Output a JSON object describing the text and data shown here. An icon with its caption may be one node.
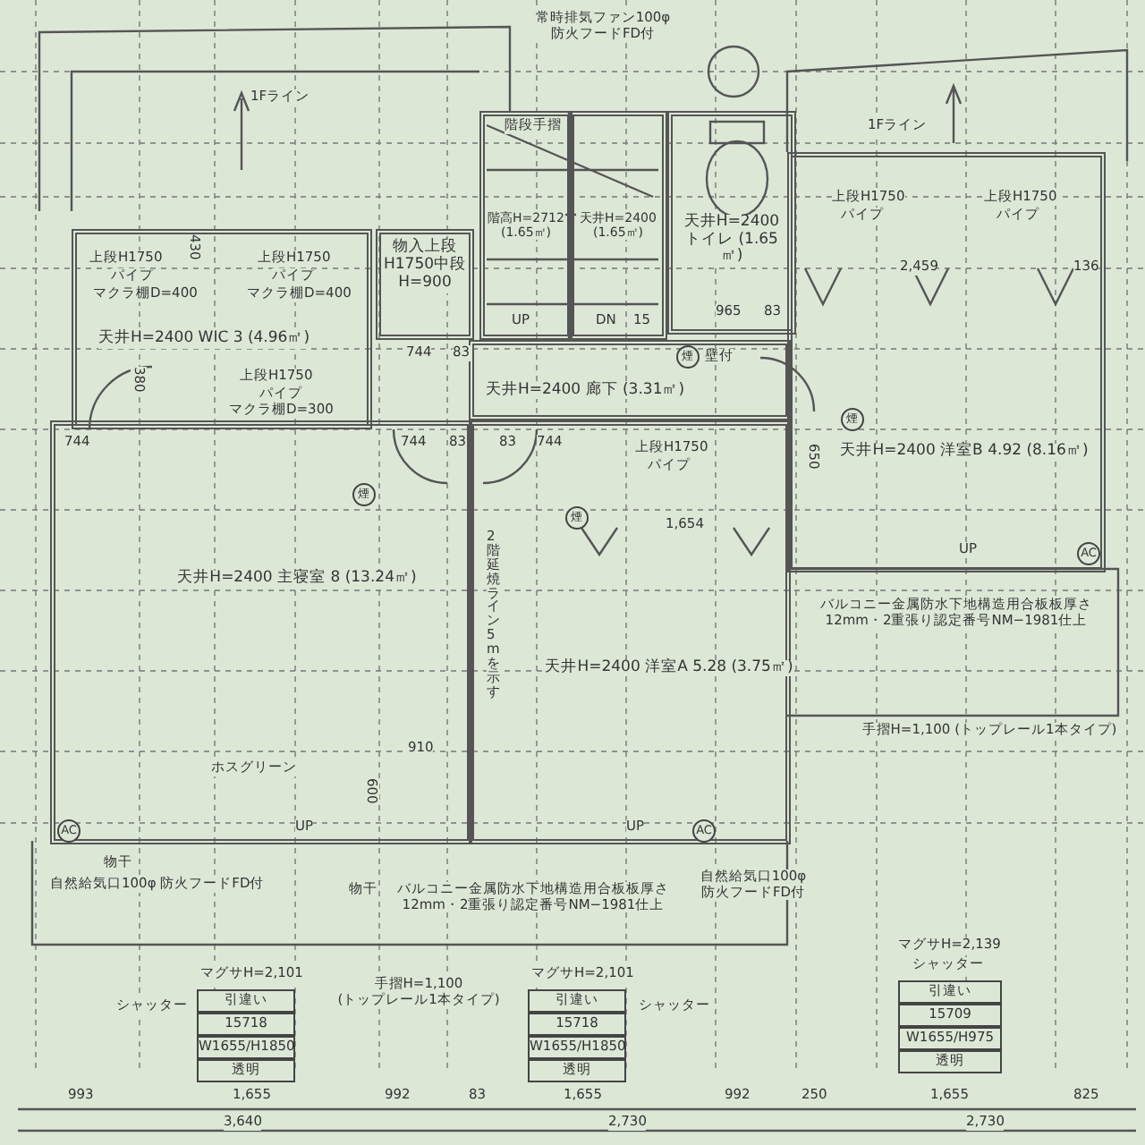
{
  "diagram": {
    "nodes": [
      {
        "text": [
          "天井H=2400 WIC 3 (4.96㎡)"
        ]
      },
      {
        "text": [
          "物入上段H1750中段H=900"
        ]
      },
      {
        "text": [
          "階高H=2712 (1.65㎡)"
        ]
      },
      {
        "text": [
          "天井H=2400 (1.65㎡)"
        ]
      },
      {
        "text": [
          "天井H=2400 トイレ (1.65㎡)"
        ]
      },
      {
        "text": [
          "天井H=2400 廊下 (3.31㎡)"
        ]
      },
      {
        "text": [
          "天井H=2400 洋室B 4.92 (8.16㎡)"
        ]
      },
      {
        "text": [
          "天井H=2400 主寝室 8 (13.24㎡)"
        ]
      },
      {
        "text": [
          "天井H=2400 洋室A 5.28 (3.75㎡)"
        ]
      }
    ],
    "labels": [
      "常時排気ファン100φ 防火フードFD付",
      "1Fライン",
      "階段手摺",
      "1Fライン",
      "上段H1750",
      "パイプ",
      "マクラ棚D=400",
      "430",
      "上段H1750",
      "パイプ",
      "マクラ棚D=400",
      "上段H1750",
      "パイプ",
      "マクラ棚D=300",
      "380",
      "744",
      "83",
      "UP",
      "DN",
      "15",
      "煙",
      "壁付",
      "965",
      "83",
      "744",
      "744",
      "83",
      "83",
      "744",
      "上段H1750",
      "パイプ",
      "上段H1750",
      "パイプ",
      "2,459",
      "136",
      "上段H1750",
      "パイプ",
      "1,654",
      "650",
      "煙",
      "煙",
      "2階延焼ライン5mを示す",
      "煙",
      "UP",
      "AC",
      "バルコニー金属防水下地構造用合板板厚さ12mm・2重張り認定番号NM−1981仕上",
      "手摺H=1,100 (トップレール1本タイプ)",
      "ホスグリーン",
      "910",
      "600",
      "AC",
      "UP",
      "UP",
      "AC",
      "物干",
      "自然給気口100φ 防火フードFD付",
      "物干",
      "バルコニー金属防水下地構造用合板板厚さ12mm・2重張り認定番号NM−1981仕上",
      "自然給気口100φ 防火フードFD付",
      "マグサH=2,101",
      "シャッター",
      "引違い",
      "15718",
      "W1655/H1850",
      "透明",
      "手摺H=1,100 (トップレール1本タイプ)",
      "マグサH=2,101",
      "引違い",
      "15718",
      "W1655/H1850",
      "透明",
      "シャッター",
      "マグサH=2,139",
      "シャッター",
      "引違い",
      "15709",
      "W1655/H975",
      "透明",
      "993",
      "1,655",
      "992",
      "83",
      "1,655",
      "992",
      "250",
      "1,655",
      "825",
      "3,640",
      "2,730",
      "2,730"
    ]
  }
}
